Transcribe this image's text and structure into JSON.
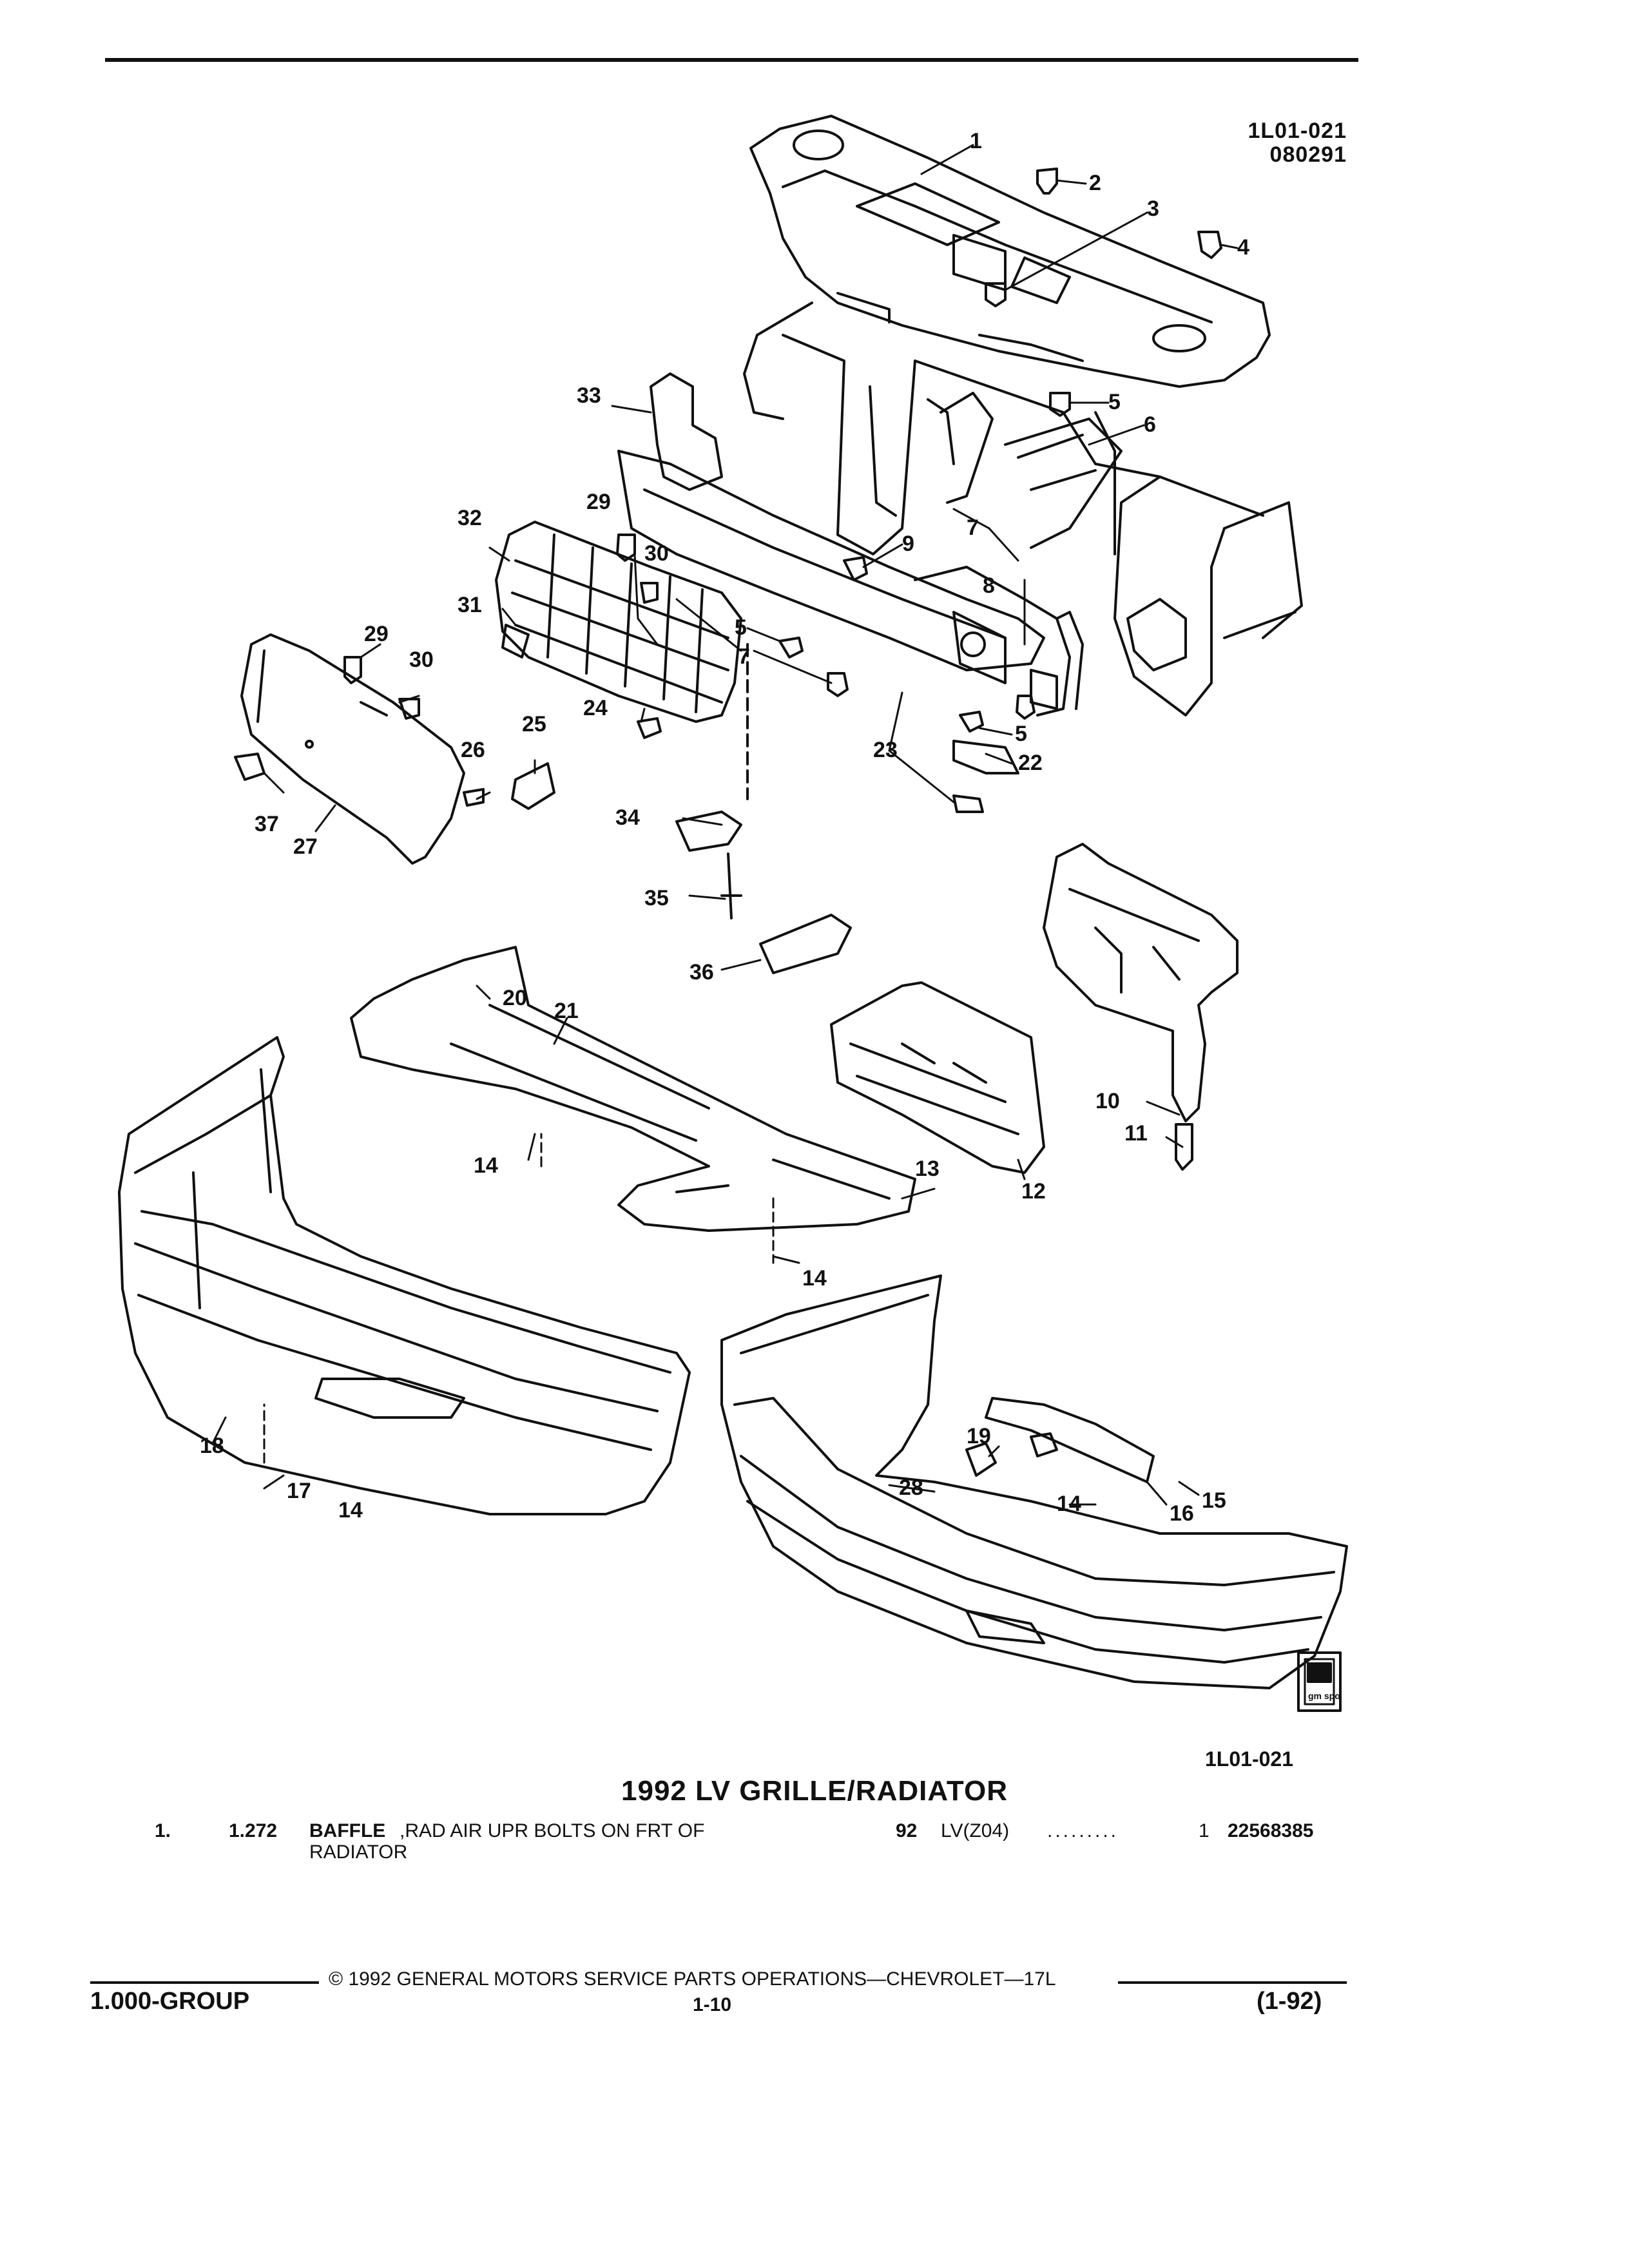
{
  "header": {
    "ref_code": "1L01-021",
    "ref_date": "080291"
  },
  "diagram": {
    "callouts": [
      "1",
      "2",
      "3",
      "4",
      "5",
      "6",
      "7",
      "8",
      "9",
      "5",
      "7",
      "5",
      "10",
      "11",
      "12",
      "13",
      "14",
      "14",
      "14",
      "15",
      "16",
      "14",
      "17",
      "18",
      "19",
      "20",
      "21",
      "22",
      "23",
      "24",
      "25",
      "26",
      "27",
      "28",
      "29",
      "30",
      "29",
      "30",
      "31",
      "32",
      "33",
      "34",
      "35",
      "36",
      "37"
    ],
    "gm_logo_text": "gm spo",
    "figure_code": "1L01-021"
  },
  "title": "1992 LV GRILLE/RADIATOR",
  "parts": [
    {
      "item": "1.",
      "code": "1.272",
      "name": "BAFFLE",
      "description": ",RAD AIR UPR BOLTS ON FRT OF",
      "description_cont": "RADIATOR",
      "year": "92",
      "model": "LV(Z04)",
      "leader": ".........",
      "qty": "1",
      "part_no": "22568385"
    }
  ],
  "footer": {
    "group": "1.000-GROUP",
    "copyright": "© 1992 GENERAL MOTORS SERVICE PARTS OPERATIONS—CHEVROLET—17L",
    "page": "1-10",
    "date": "(1-92)"
  }
}
